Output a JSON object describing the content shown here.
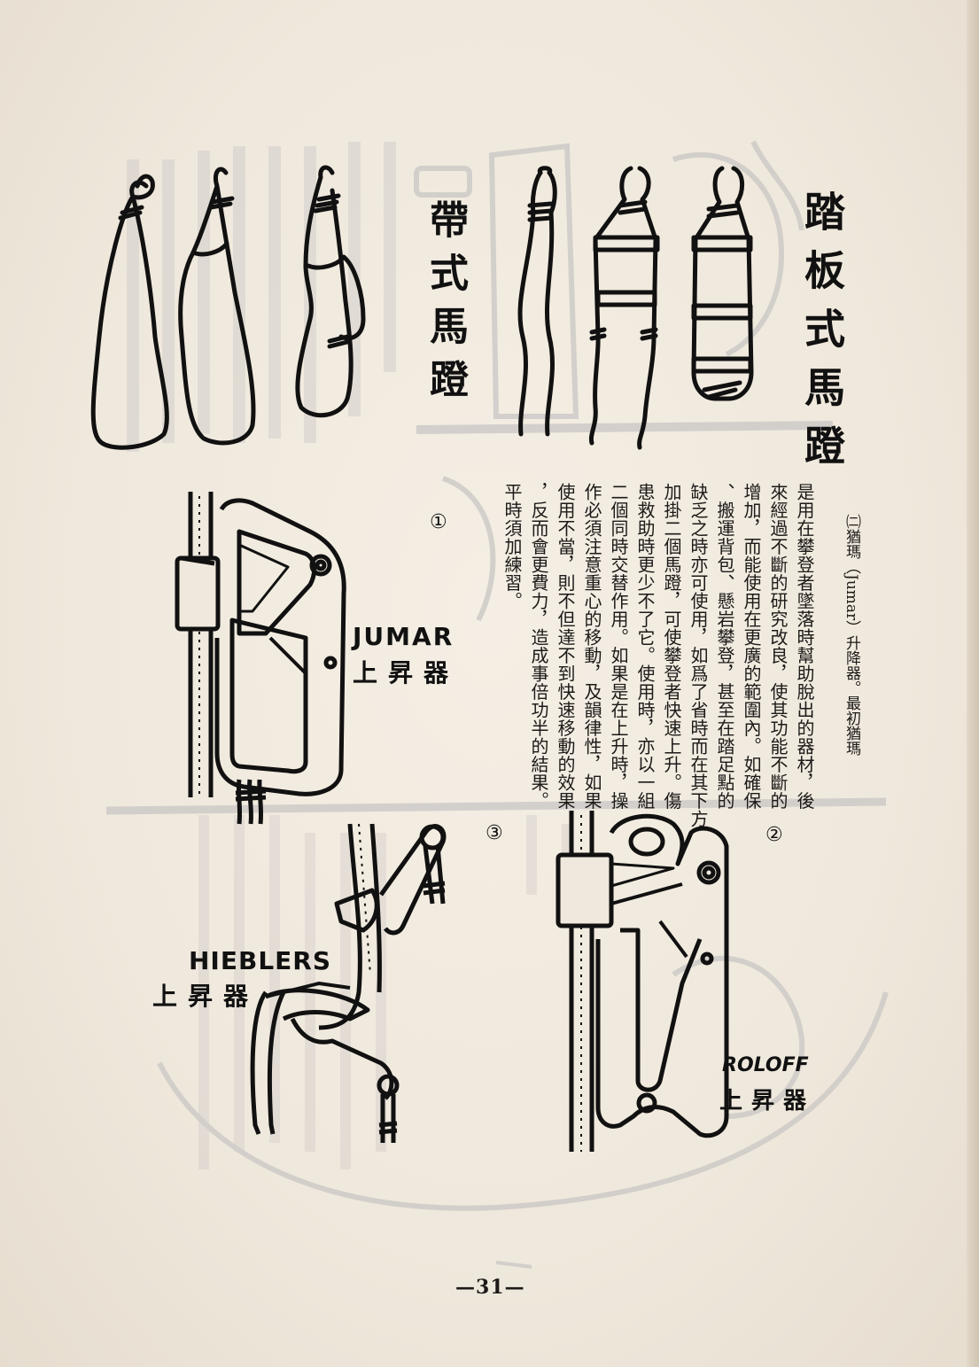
{
  "titles": {
    "pedal_stirrup": "踏板式馬蹬",
    "strap_stirrup": "帶式馬蹬"
  },
  "section": {
    "heading": "㈡猶瑪（Jumar）升降器。最初猶瑪"
  },
  "body_lines": [
    "是用在攀登者墜落時幫助脫出的器材，後",
    "來經過不斷的研究改良，使其功能不斷的",
    "增加，而能使用在更廣的範圍內。如確保",
    "、搬運背包、懸岩攀登，甚至在踏足點的",
    "缺乏之時亦可使用，如爲了省時而在其下方",
    "加掛二個馬蹬，可使攀登者快速上升。傷",
    "患救助時更少不了它。使用時，亦以一組",
    "二個同時交替作用。如果是在上升時，操",
    "作必須注意重心的移動，及韻律性，如果",
    "使用不當，則不但達不到快速移動的效果",
    "，反而會更費力，造成事倍功半的結果。",
    "平時須加練習。"
  ],
  "figures": {
    "fig1_number": "①",
    "fig1_label": "JUMAR",
    "fig1_sub": "上昇器",
    "fig2_number": "②",
    "fig2_label": "ROLOFF",
    "fig2_sub": "上昇器",
    "fig3_number": "③",
    "fig3_label": "HIEBLERS",
    "fig3_sub": "上昇器"
  },
  "footer": {
    "page_number": "—31—"
  },
  "colors": {
    "paper": "#efe8dc",
    "ink": "#1c1a18",
    "bleed": "#c9c6c4"
  }
}
